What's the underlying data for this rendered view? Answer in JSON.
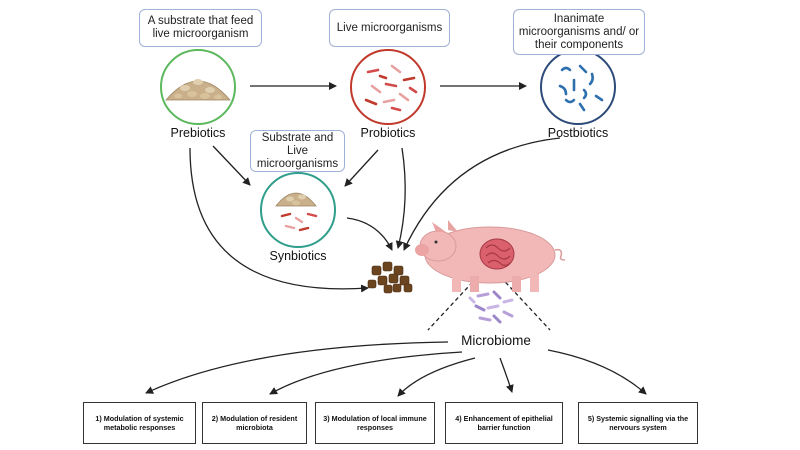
{
  "callouts": {
    "prebiotics": "A substrate that feed live microorganism",
    "probiotics": "Live microorganisms",
    "postbiotics": "Inanimate microorganisms and/ or their components",
    "synbiotics": "Substrate and Live microorganisms"
  },
  "nodes": {
    "prebiotics": "Prebiotics",
    "probiotics": "Probiotics",
    "postbiotics": "Postbiotics",
    "synbiotics": "Synbiotics",
    "microbiome": "Microbiome"
  },
  "outcomes": [
    "1) Modulation of systemic metabolic responses",
    "2) Modulation of resident microbiota",
    "3) Modulation of local immune responses",
    "4) Enhancement of epithelial barrier function",
    "5) Systemic signalling via the nervours system"
  ],
  "colors": {
    "prebiotics_ring": "#5cb85c",
    "probiotics_ring": "#c0392b",
    "postbiotics_ring": "#2c4a7a",
    "synbiotics_ring": "#2e9e8a",
    "callout_border": "#9fb1d6",
    "pig": "#f2b8b8",
    "gut": "#d9606c",
    "feed": "#6b4420"
  }
}
